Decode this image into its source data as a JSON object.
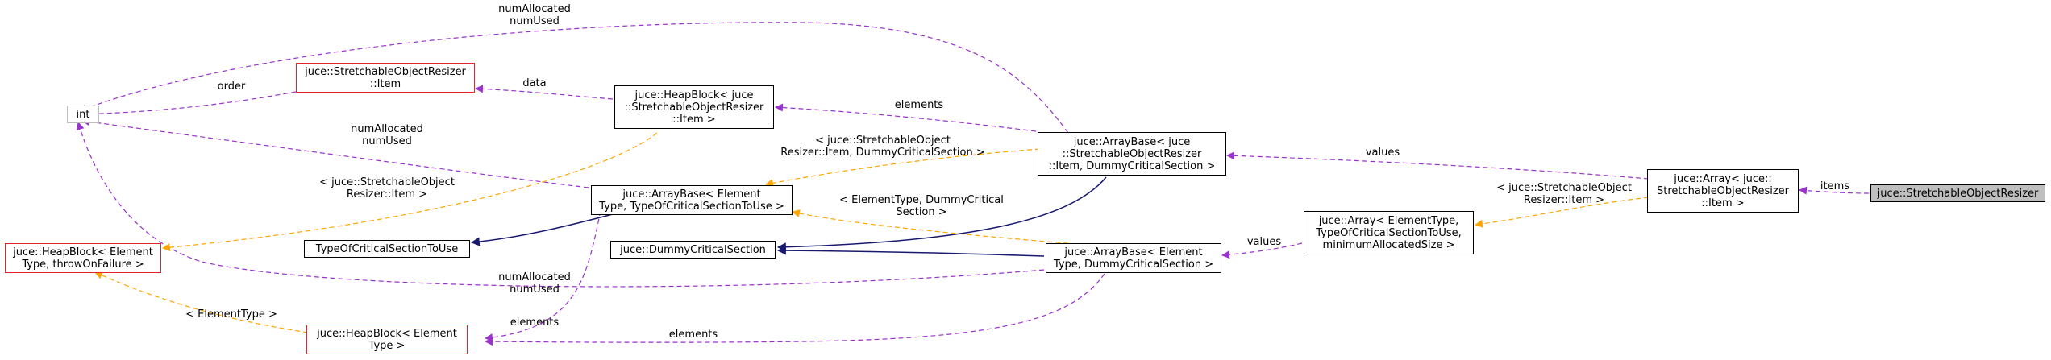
{
  "colors": {
    "member_edge": "#9a32cd",
    "template_edge": "#ffa500",
    "inherit_edge": "#191970",
    "undocumented_border": "#bfbfbf",
    "red_border": "#e3242b",
    "highlight_fill": "#bfbfbf"
  },
  "nodes": {
    "int": {
      "lines": [
        "int"
      ]
    },
    "resizer_item": {
      "lines": [
        "juce::StretchableObjectResizer",
        "::Item"
      ]
    },
    "heapblock_item": {
      "lines": [
        "juce::HeapBlock< juce",
        "::StretchableObjectResizer",
        "::Item >"
      ]
    },
    "arraybase_juce": {
      "lines": [
        "juce::ArrayBase< juce",
        "::StretchableObjectResizer",
        "::Item, DummyCriticalSection >"
      ]
    },
    "array_item": {
      "lines": [
        "juce::Array< juce::",
        "StretchableObjectResizer",
        "::Item >"
      ]
    },
    "resizer": {
      "lines": [
        "juce::StretchableObjectResizer"
      ]
    },
    "heapblock_generic": {
      "lines": [
        "juce::HeapBlock< Element",
        "Type, throwOnFailure >"
      ]
    },
    "typeofcs": {
      "lines": [
        "TypeOfCriticalSectionToUse"
      ]
    },
    "arraybase_generic": {
      "lines": [
        "juce::ArrayBase< Element",
        "Type, TypeOfCriticalSectionToUse >"
      ]
    },
    "dummycs": {
      "lines": [
        "juce::DummyCriticalSection"
      ]
    },
    "arraybase_elem_dummy": {
      "lines": [
        "juce::ArrayBase< Element",
        "Type, DummyCriticalSection >"
      ]
    },
    "array_generic": {
      "lines": [
        "juce::Array< ElementType,",
        "TypeOfCriticalSectionToUse,",
        "minimumAllocatedSize >"
      ]
    },
    "heapblock_elem": {
      "lines": [
        "juce::HeapBlock< Element",
        "Type >"
      ]
    }
  },
  "edges": {
    "numalloc_top": [
      "numAllocated",
      "numUsed"
    ],
    "order": [
      "order"
    ],
    "data": [
      "data"
    ],
    "elements_top": [
      "elements"
    ],
    "numalloc_mid": [
      "numAllocated",
      "numUsed"
    ],
    "tmpl_arraybase_juce": [
      "< juce::StretchableObject",
      "Resizer::Item, DummyCriticalSection >"
    ],
    "tmpl_heapblock_item": [
      "< juce::StretchableObject",
      "Resizer::Item >"
    ],
    "values_top": [
      "values"
    ],
    "items": [
      "items"
    ],
    "tmpl_array_item": [
      "< juce::StretchableObject",
      "Resizer::Item >"
    ],
    "tmpl_elem_dummy": [
      "< ElementType, DummyCritical",
      "Section >"
    ],
    "values_mid": [
      "values"
    ],
    "numalloc_low": [
      "numAllocated",
      "numUsed"
    ],
    "tmpl_elemtype": [
      "< ElementType >"
    ],
    "elements_low1": [
      "elements"
    ],
    "elements_low2": [
      "elements"
    ]
  }
}
